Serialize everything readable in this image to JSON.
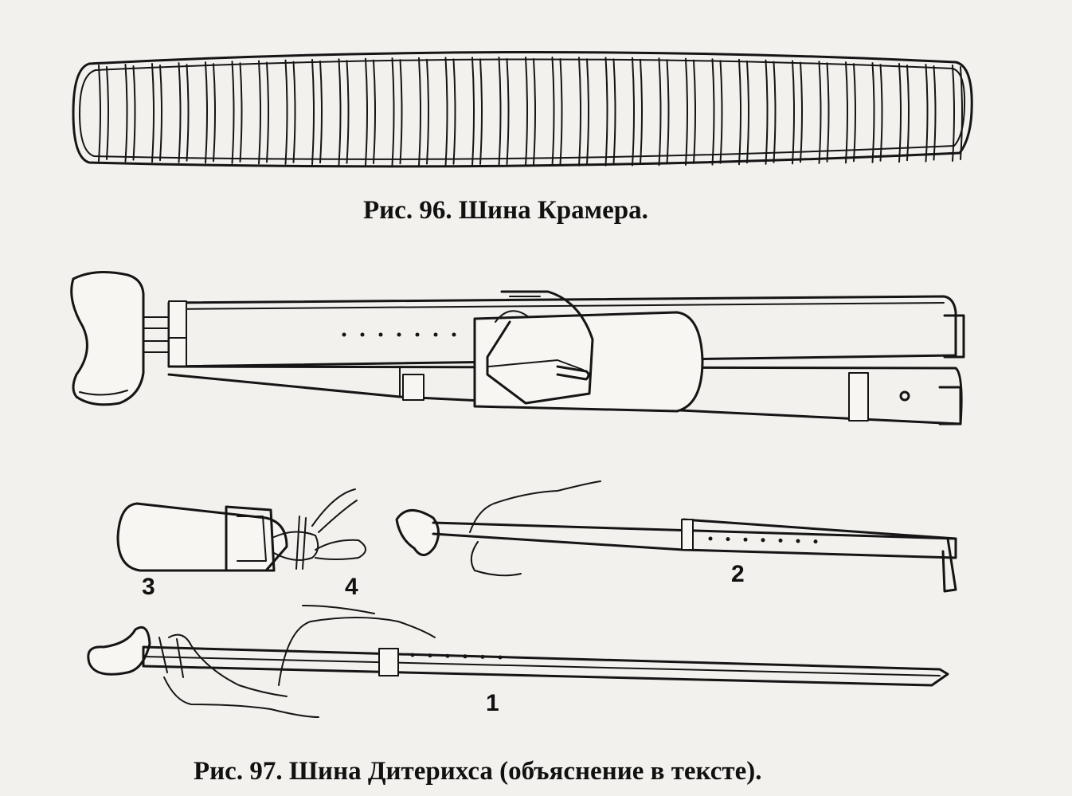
{
  "figure96": {
    "caption": "Рис. 96. Шина Крамера."
  },
  "figure97": {
    "caption": "Рис. 97. Шина Дитерихса (объяснение в тексте).",
    "labels": {
      "n1": "1",
      "n2": "2",
      "n3": "3",
      "n4": "4"
    }
  }
}
